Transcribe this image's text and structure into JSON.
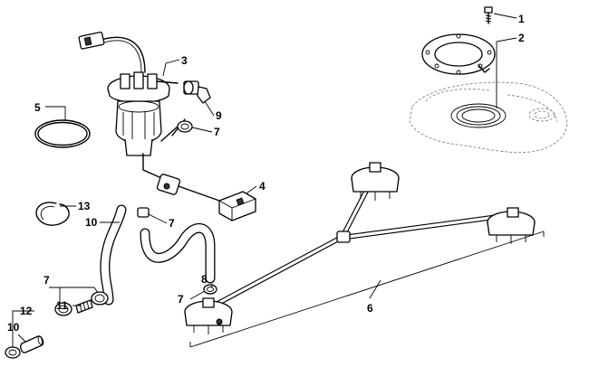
{
  "callouts": [
    {
      "id": "c1",
      "text": "1"
    },
    {
      "id": "c2",
      "text": "2"
    },
    {
      "id": "c3",
      "text": "3"
    },
    {
      "id": "c4",
      "text": "4"
    },
    {
      "id": "c5",
      "text": "5"
    },
    {
      "id": "c6",
      "text": "6"
    },
    {
      "id": "c7a",
      "text": "7"
    },
    {
      "id": "c7b",
      "text": "7"
    },
    {
      "id": "c7c",
      "text": "7"
    },
    {
      "id": "c7d",
      "text": "7"
    },
    {
      "id": "c8",
      "text": "8"
    },
    {
      "id": "c9",
      "text": "9"
    },
    {
      "id": "c10a",
      "text": "10"
    },
    {
      "id": "c10b",
      "text": "10"
    },
    {
      "id": "c11",
      "text": "11"
    },
    {
      "id": "c12",
      "text": "12"
    },
    {
      "id": "c13",
      "text": "13"
    }
  ]
}
